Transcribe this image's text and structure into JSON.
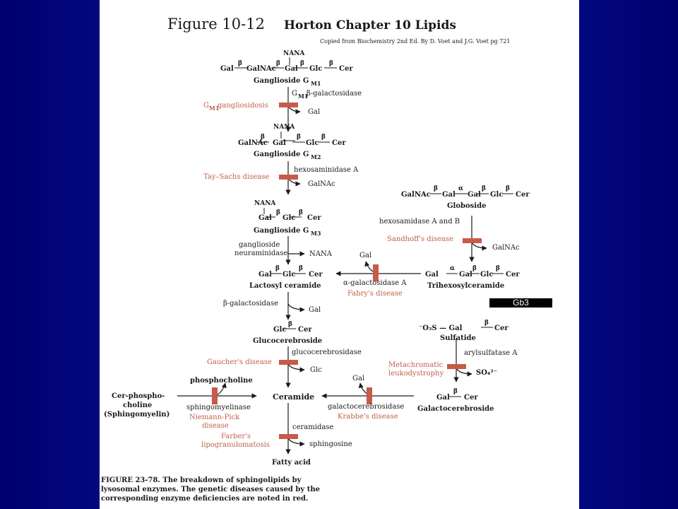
{
  "header": {
    "figure": "Figure 10-12",
    "chapter": "Horton Chapter 10  Lipids",
    "copied": "Copied from Biochemistry 2nd Ed. By D. Voet and J.G. Voet pg 721"
  },
  "gm1": {
    "nana": "NANA",
    "chain": [
      "Gal",
      "GalNAc",
      "Gal",
      "Glc",
      "Cer"
    ],
    "name": "Ganglioside G",
    "sub": "M1",
    "enzyme": "G",
    "enzyme_sub": "M1",
    "enzyme_rest": " β-galactosidase",
    "disease": "G",
    "disease_sub": "M1",
    "disease_rest": " gangliosidosis",
    "product": "Gal"
  },
  "gm2": {
    "nana": "NANA",
    "chain": [
      "GalNAc",
      "Gal",
      "Glc",
      "Cer"
    ],
    "name": "Ganglioside G",
    "sub": "M2",
    "enzyme": "hexosaminidase A",
    "disease": "Tay–Sachs disease",
    "product": "GalNAc"
  },
  "gm3": {
    "nana": "NANA",
    "chain": [
      "Gal",
      "Glc",
      "Cer"
    ],
    "name": "Ganglioside G",
    "sub": "M3",
    "enzyme_line1": "ganglioside",
    "enzyme_line2": "neuraminidase",
    "product": "NANA"
  },
  "lactosyl": {
    "chain": [
      "Gal",
      "Glc",
      "Cer"
    ],
    "name": "Lactosyl ceramide",
    "enzyme": "β-galactosidase",
    "product": "Gal"
  },
  "glucocerebroside": {
    "chain": [
      "Glc",
      "Cer"
    ],
    "name": "Glucocerebroside",
    "enzyme": "glucocerebrosidase",
    "disease": "Gaucher's disease",
    "product": "Glc"
  },
  "ceramide": {
    "name": "Ceramide",
    "enzyme": "ceramidase",
    "disease_line1": "Farber's",
    "disease_line2": "lipogranulomatosis",
    "product": "sphingosine",
    "end": "Fatty acid"
  },
  "globoside": {
    "chain": [
      "GalNAc",
      "Gal",
      "Gal",
      "Glc",
      "Cer"
    ],
    "name": "Globoside",
    "enzyme": "hexosamidase A and B",
    "disease": "Sandhoff's disease",
    "product": "GalNAc"
  },
  "trihexosyl": {
    "chain": [
      "Gal",
      "Gal",
      "Glc",
      "Cer"
    ],
    "name": "Trihexosylceramide",
    "enzyme": "α-galactosidase A",
    "disease": "Fabry's disease",
    "product": "Gal"
  },
  "sulfatide": {
    "chain": [
      "⁻O₃S — Gal",
      "Cer"
    ],
    "name": "Sulfatide",
    "enzyme": "arylsulfatase A",
    "disease_line1": "Metachromatic",
    "disease_line2": "leukodystrophy",
    "product": "SO₄²⁻"
  },
  "galactocerebroside": {
    "chain": [
      "Gal",
      "Cer"
    ],
    "name": "Galactocerebroside",
    "enzyme": "galactocerebrosidase",
    "disease": "Krabbe's disease",
    "product": "Gal"
  },
  "sphingomyelin": {
    "line1": "Cer-phospho-",
    "line2": "choline",
    "line3": "(Sphingomyelin)",
    "enzyme": "sphingomyelinase",
    "disease_line1": "Niemann-Pick",
    "disease_line2": "disease",
    "product": "phosphocholine"
  },
  "bond": {
    "beta": "β",
    "alpha": "α"
  },
  "label_box": "Gb3",
  "caption": {
    "line1": "FIGURE 23-78.  The breakdown of sphingolipids by",
    "line2": "lysosomal enzymes. The genetic diseases caused by the",
    "line3": "corresponding enzyme deficiencies are noted in red."
  },
  "colors": {
    "disease": "#c0604a",
    "block": "#c85a48",
    "background": "#0a1aa8"
  }
}
